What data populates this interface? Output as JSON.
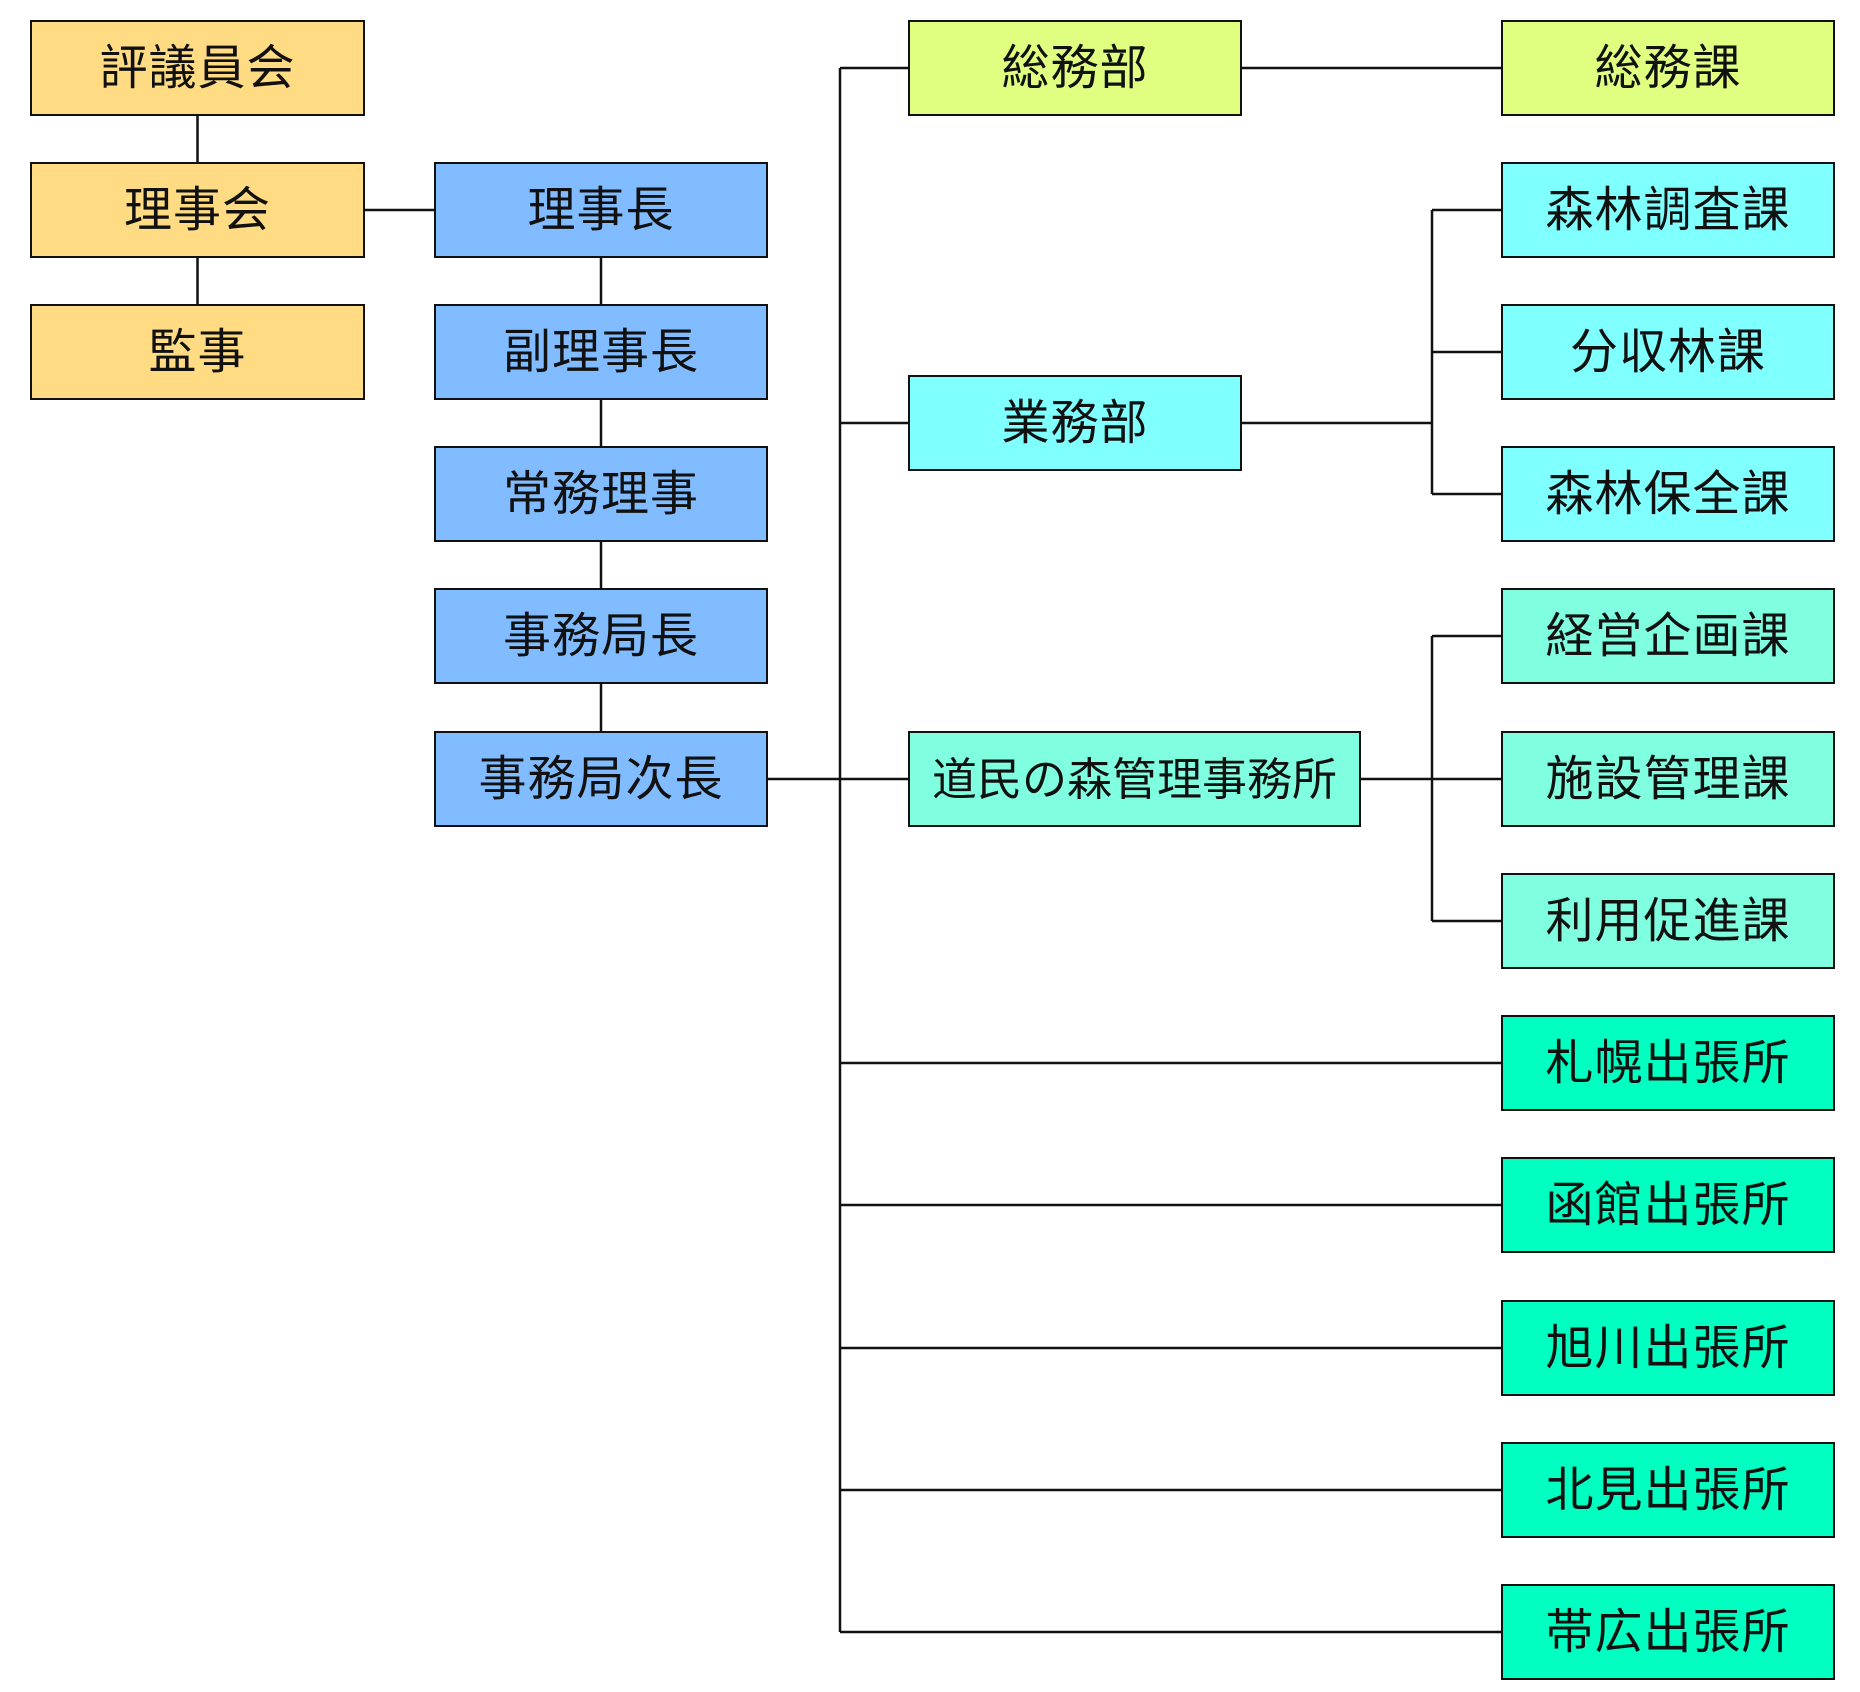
{
  "org": {
    "board": {
      "hyogiinkai": "評議員会",
      "rijikai": "理事会",
      "kanji": "監事"
    },
    "executives": {
      "rijicho": "理事長",
      "fuku_rijicho": "副理事長",
      "jomu_riji": "常務理事",
      "jimukyokucho": "事務局長",
      "jimukyoku_jicho": "事務局次長"
    },
    "departments": {
      "somubu": "総務部",
      "gyomubu": "業務部",
      "domin_no_mori": "道民の森管理事務所"
    },
    "sections": {
      "somuka": "総務課",
      "shinrin_chosa": "森林調査課",
      "bunshurin": "分収林課",
      "shinrin_hozen": "森林保全課",
      "keiei_kikaku": "経営企画課",
      "shisetsu_kanri": "施設管理課",
      "riyo_sokushin": "利用促進課"
    },
    "branches": {
      "sapporo": "札幌出張所",
      "hakodate": "函館出張所",
      "asahikawa": "旭川出張所",
      "kitami": "北見出張所",
      "obihiro": "帯広出張所"
    }
  },
  "colors": {
    "board": "#ffdb83",
    "executives": "#80bcff",
    "general_affairs": "#e0ff80",
    "business": "#80ffff",
    "forest_office": "#80ffe0",
    "branches": "#00ffc0",
    "line": "#111111"
  }
}
